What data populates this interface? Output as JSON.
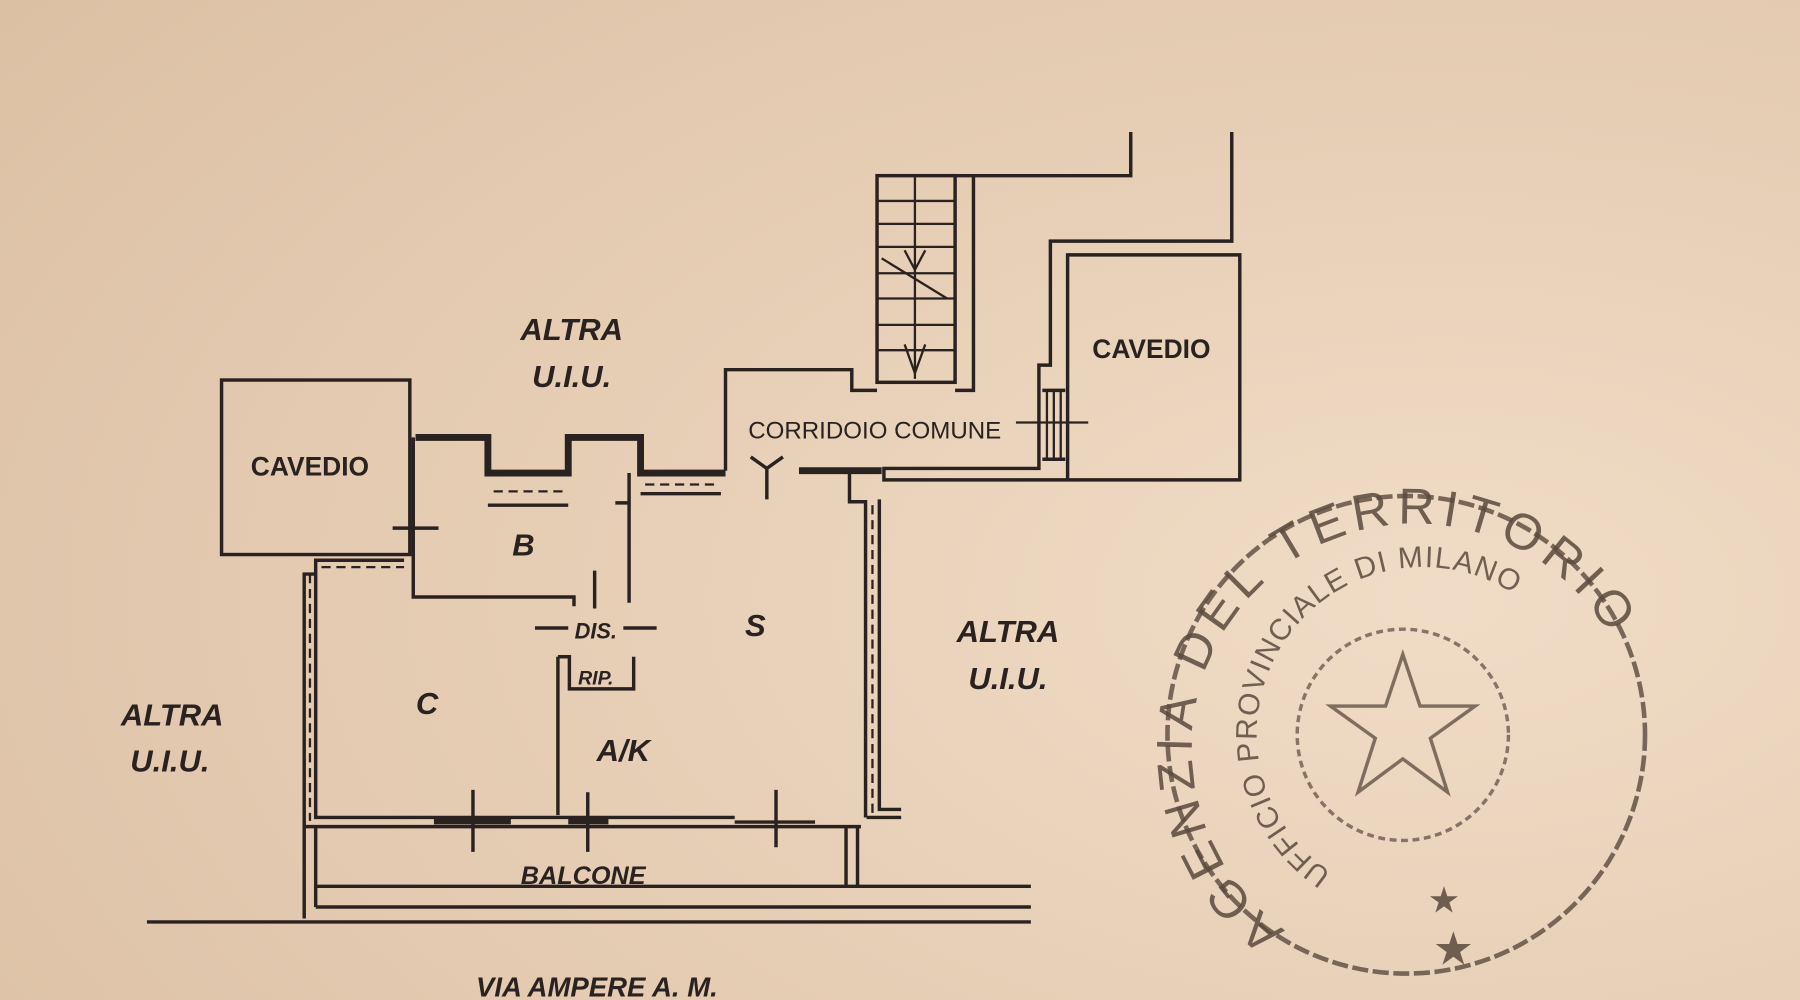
{
  "labels": {
    "altra_top": [
      "ALTRA",
      "U.I.U."
    ],
    "altra_left": [
      "ALTRA",
      "U.I.U."
    ],
    "altra_right": [
      "ALTRA",
      "U.I.U."
    ],
    "cavedio_left": "CAVEDIO",
    "cavedio_right": "CAVEDIO",
    "corridoio": "CORRIDOIO COMUNE",
    "room_b": "B",
    "room_s": "S",
    "room_c": "C",
    "room_ak": "A/K",
    "dis": "DIS.",
    "rip": "RIP.",
    "balcone": "BALCONE",
    "street": "VIA AMPERE A. M."
  },
  "stamp": {
    "outer": "AGENZIA DEL TERRITORIO",
    "inner": "UFFICIO PROVINCIALE DI MILANO"
  },
  "colors": {
    "paper": "#e9d2b8",
    "ink": "#2a2220",
    "stamp": "#5a4a3e"
  }
}
